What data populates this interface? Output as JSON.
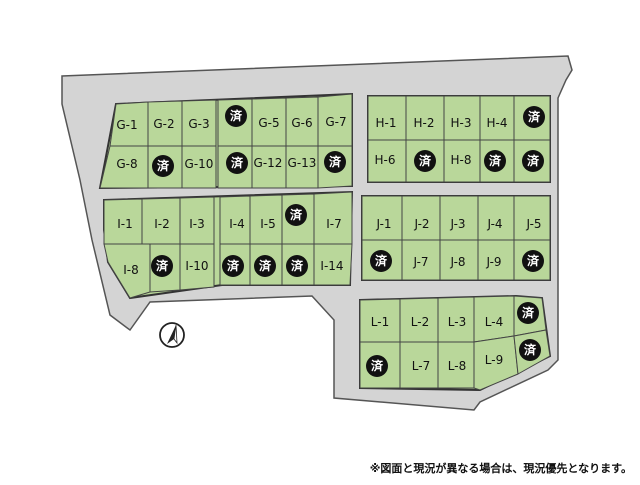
{
  "colors": {
    "road": "#d4d4d4",
    "road_edge": "#555555",
    "lot_fill": "#b9d79a",
    "lot_border": "#444444",
    "block_border": "#333333",
    "sold_badge": "#111111",
    "sold_text": "#ffffff"
  },
  "sold_mark": "済",
  "blocks": [
    {
      "id": "G",
      "lots": [
        {
          "label": "G-1",
          "sold": false
        },
        {
          "label": "G-2",
          "sold": false
        },
        {
          "label": "G-3",
          "sold": false
        },
        {
          "label": "",
          "sold": true
        },
        {
          "label": "G-5",
          "sold": false
        },
        {
          "label": "G-6",
          "sold": false
        },
        {
          "label": "G-7",
          "sold": false
        },
        {
          "label": "G-8",
          "sold": false
        },
        {
          "label": "",
          "sold": true
        },
        {
          "label": "G-10",
          "sold": false
        },
        {
          "label": "",
          "sold": true
        },
        {
          "label": "G-12",
          "sold": false
        },
        {
          "label": "G-13",
          "sold": false
        },
        {
          "label": "",
          "sold": true
        }
      ]
    },
    {
      "id": "H",
      "lots": [
        {
          "label": "H-1",
          "sold": false
        },
        {
          "label": "H-2",
          "sold": false
        },
        {
          "label": "H-3",
          "sold": false
        },
        {
          "label": "H-4",
          "sold": false
        },
        {
          "label": "",
          "sold": true
        },
        {
          "label": "H-6",
          "sold": false
        },
        {
          "label": "",
          "sold": true
        },
        {
          "label": "H-8",
          "sold": false
        },
        {
          "label": "",
          "sold": true
        },
        {
          "label": "",
          "sold": true
        }
      ]
    },
    {
      "id": "I",
      "lots": [
        {
          "label": "I-1",
          "sold": false
        },
        {
          "label": "I-2",
          "sold": false
        },
        {
          "label": "I-3",
          "sold": false
        },
        {
          "label": "I-4",
          "sold": false
        },
        {
          "label": "I-5",
          "sold": false
        },
        {
          "label": "",
          "sold": true
        },
        {
          "label": "I-7",
          "sold": false
        },
        {
          "label": "I-8",
          "sold": false
        },
        {
          "label": "",
          "sold": true
        },
        {
          "label": "I-10",
          "sold": false
        },
        {
          "label": "",
          "sold": true
        },
        {
          "label": "",
          "sold": true
        },
        {
          "label": "",
          "sold": true
        },
        {
          "label": "I-14",
          "sold": false
        }
      ]
    },
    {
      "id": "J",
      "lots": [
        {
          "label": "J-1",
          "sold": false
        },
        {
          "label": "J-2",
          "sold": false
        },
        {
          "label": "J-3",
          "sold": false
        },
        {
          "label": "J-4",
          "sold": false
        },
        {
          "label": "J-5",
          "sold": false
        },
        {
          "label": "",
          "sold": true
        },
        {
          "label": "J-7",
          "sold": false
        },
        {
          "label": "J-8",
          "sold": false
        },
        {
          "label": "J-9",
          "sold": false
        },
        {
          "label": "",
          "sold": true
        }
      ]
    },
    {
      "id": "L",
      "lots": [
        {
          "label": "L-1",
          "sold": false
        },
        {
          "label": "L-2",
          "sold": false
        },
        {
          "label": "L-3",
          "sold": false
        },
        {
          "label": "L-4",
          "sold": false
        },
        {
          "label": "",
          "sold": true
        },
        {
          "label": "",
          "sold": true
        },
        {
          "label": "L-7",
          "sold": false
        },
        {
          "label": "L-8",
          "sold": false
        },
        {
          "label": "L-9",
          "sold": false
        },
        {
          "label": "",
          "sold": true
        }
      ]
    }
  ],
  "compass": {
    "icon": "north-arrow-icon"
  },
  "footnote": "※図面と現況が異なる場合は、現況優先となります。"
}
